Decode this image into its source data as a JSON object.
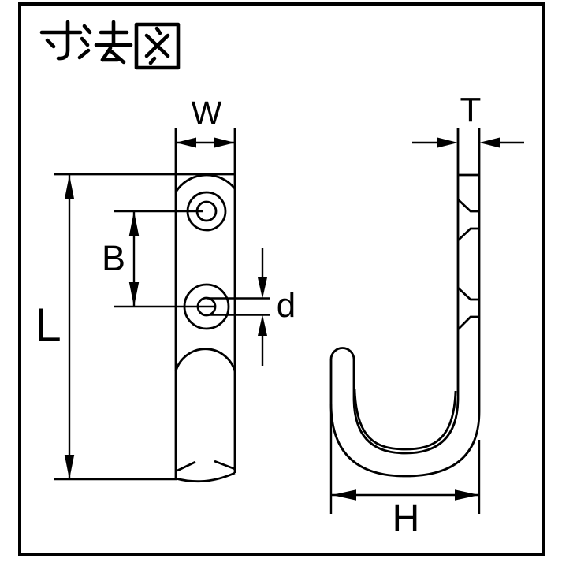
{
  "title": "寸法図",
  "dimension_labels": {
    "w": "W",
    "l": "L",
    "b": "B",
    "d": "d",
    "t": "T",
    "h": "H"
  },
  "colors": {
    "line": "#000000",
    "background": "#ffffff"
  }
}
